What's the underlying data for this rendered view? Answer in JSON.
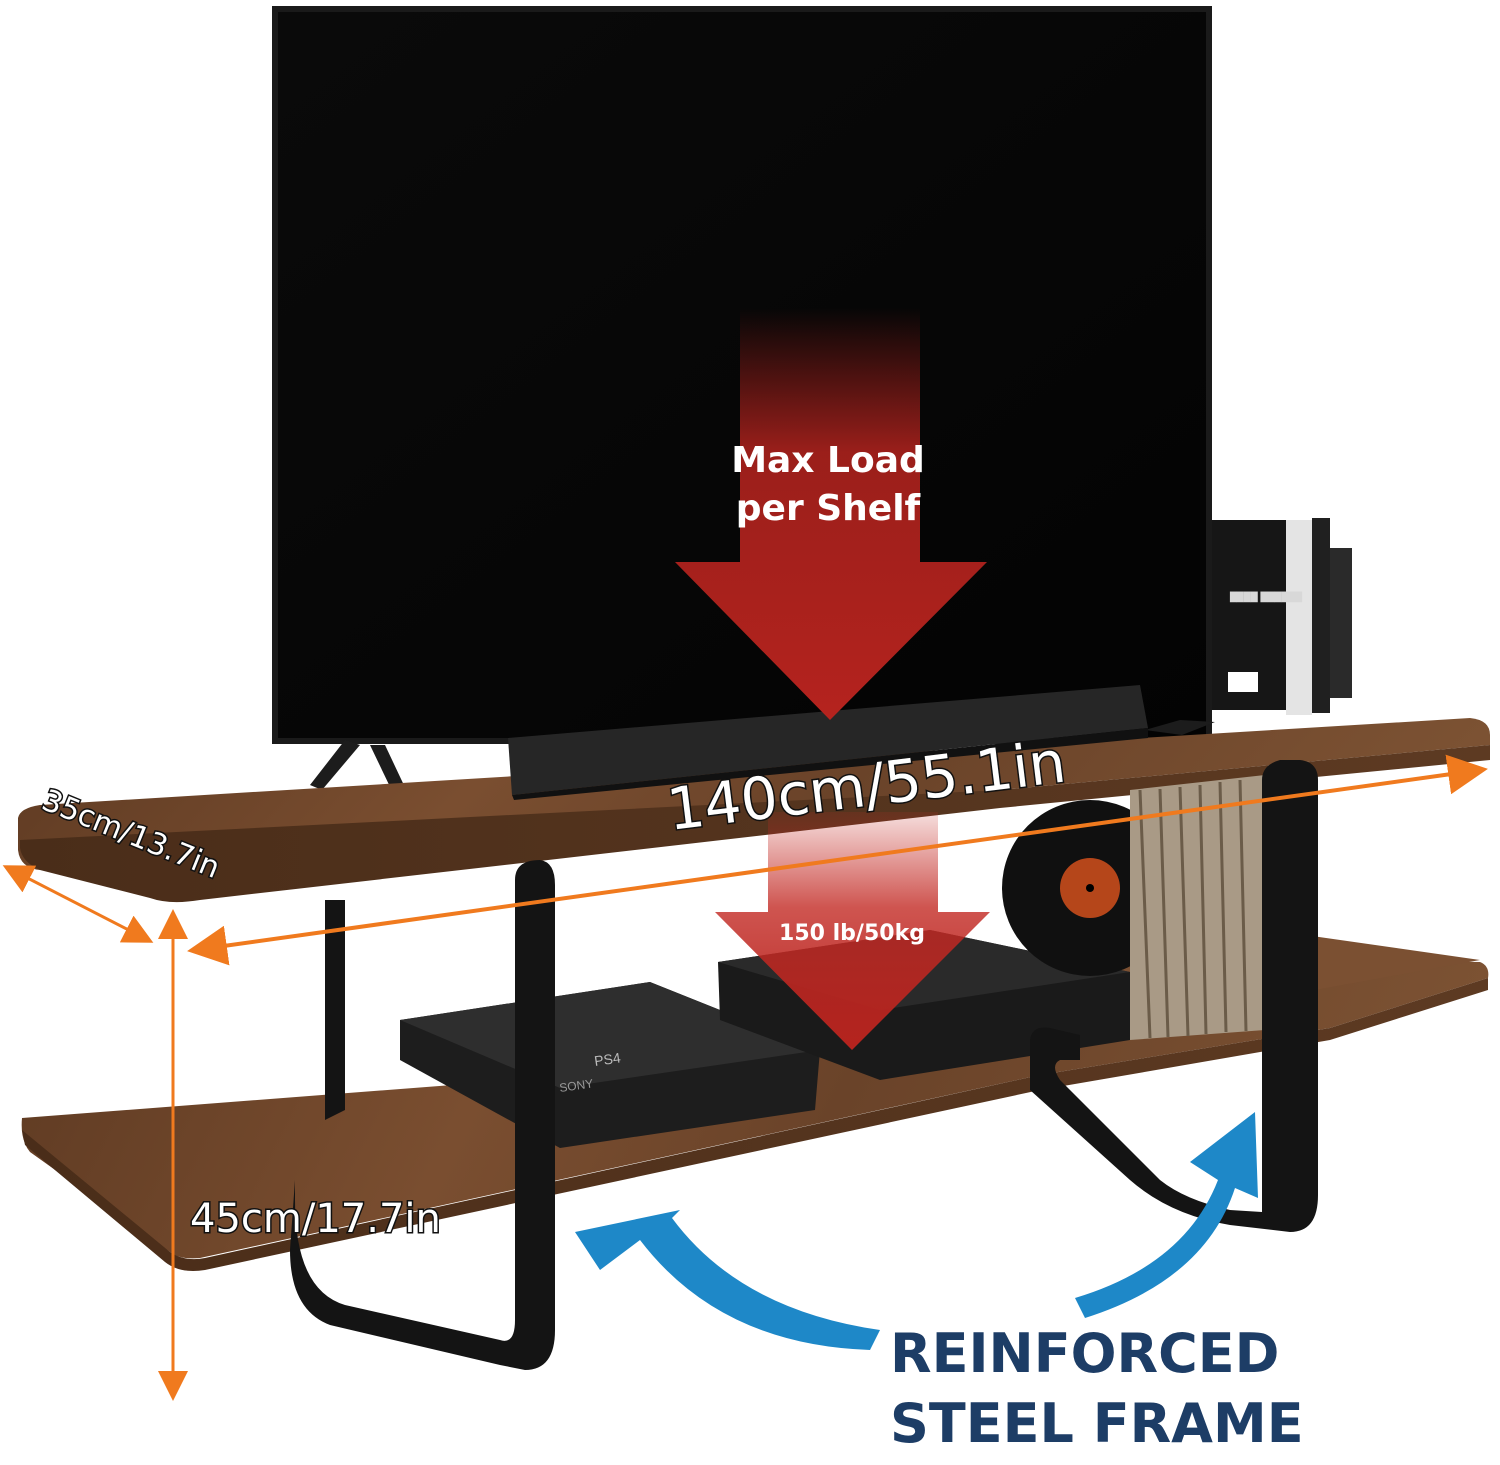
{
  "product": {
    "type": "tv-stand",
    "finish": "walnut-wood-with-black-steel-frame",
    "colors": {
      "wood": "#6a4329",
      "steel": "#141414",
      "arrow_load": "#b5231e",
      "arrow_dimension": "#f07a1e",
      "arrow_frame": "#1e88c8",
      "frame_text": "#1d3d66"
    }
  },
  "callouts": {
    "load_title_line1": "Max Load",
    "load_title_line2": "per Shelf",
    "load_value": "150 lb/50kg",
    "frame_line1": "REINFORCED",
    "frame_line2": "STEEL FRAME"
  },
  "dimensions": {
    "length": "140cm/55.1in",
    "depth": "35cm/13.7in",
    "height": "45cm/17.7in"
  },
  "props": {
    "console1_logo": "PS4",
    "console1_brand": "SONY",
    "icons": [
      "tv",
      "soundbar",
      "books",
      "vinyl-record",
      "game-console"
    ]
  }
}
